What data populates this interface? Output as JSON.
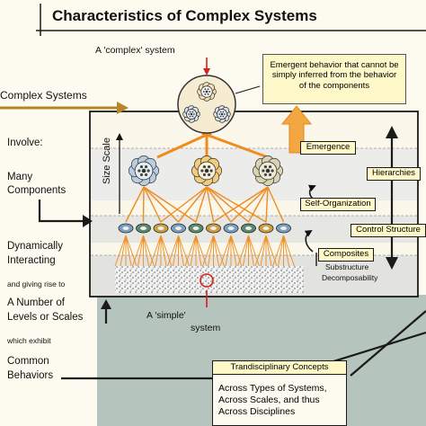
{
  "title": "Characteristics of Complex Systems",
  "complex_label": "A 'complex' system",
  "simple_label_1": "A 'simple'",
  "simple_label_2": "system",
  "emergent_note": "Emergent behavior that cannot be simply inferred from the behavior of the components",
  "size_scale": "Size Scale",
  "left_column": {
    "complex_systems": "Complex Systems",
    "involve": "Involve:",
    "many_1": "Many",
    "many_2": "Components",
    "dyn_1": "Dynamically",
    "dyn_2": "Interacting",
    "rise": "and giving rise to",
    "levels_1": "A Number of",
    "levels_2": "Levels or Scales",
    "exhibit": "which exhibit",
    "common_1": "Common",
    "common_2": "Behaviors"
  },
  "labels": {
    "emergence": "Emergence",
    "hierarchies": "Hierarchies",
    "self_organization": "Self-Organization",
    "control_structure": "Control Structure",
    "composites": "Composites",
    "substructure": "Substructure",
    "decomposability": "Decomposability"
  },
  "trans": {
    "header": "Trandisciplinary Concepts",
    "line1": "Across Types of Systems,",
    "line2": "Across Scales, and thus",
    "line3": "Across Disciplines"
  },
  "colors": {
    "orange": "#f08c1e",
    "red": "#d42020",
    "arrow_brown": "#b8862a",
    "teal_panel": "#b5c4bc",
    "yellow_box": "#fff8c9"
  }
}
